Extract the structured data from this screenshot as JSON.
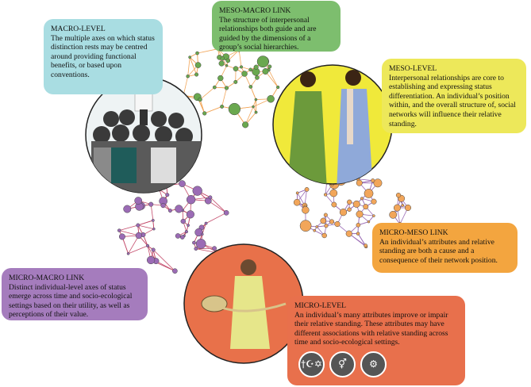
{
  "macro": {
    "heading": "MACRO-LEVEL",
    "text": "The multiple axes on which status distinction rests may be centred around providing functional benefits, or based upon conventions."
  },
  "meso_macro": {
    "heading": "MESO-MACRO LINK",
    "text": "The structure of interpersonal relationships both guide and are guided by the dimensions of a group’s social hierarchies."
  },
  "meso": {
    "heading": "MESO-LEVEL",
    "text": "Interpersonal relationships are core to establishing and expressing status differentiation. An individual’s position within, and the overall structure of, social networks will influence their relative standing."
  },
  "micro_meso": {
    "heading": "MICRO-MESO LINK",
    "text": "An individual’s attributes and relative standing are both a cause and a consequence of their network position."
  },
  "micro_macro": {
    "heading": "MICRO-MACRO LINK",
    "text": "Distinct individual-level axes of status emerge across time and socio-ecological settings based on their utility, as well as perceptions of their value."
  },
  "micro": {
    "heading": "MICRO-LEVEL",
    "text": "An individual’s many attributes improve or impair their relative standing. These attributes may have different associations with relative standing across time and socio-ecological settings.",
    "icons": [
      "religion-symbols-icon",
      "gender-symbol-icon",
      "brain-gears-icon"
    ]
  },
  "colors": {
    "macro_box": "#a9dde2",
    "meso_macro_box": "#7dbe6e",
    "meso_box": "#ede85a",
    "micro_meso_box": "#f3a53f",
    "micro_macro_box": "#a57cbd",
    "micro_box": "#e8704c",
    "net_orange": "#f2a65a",
    "net_green": "#6aa84f",
    "net_purple": "#9b6bb5",
    "net_pink": "#c44b6b"
  }
}
